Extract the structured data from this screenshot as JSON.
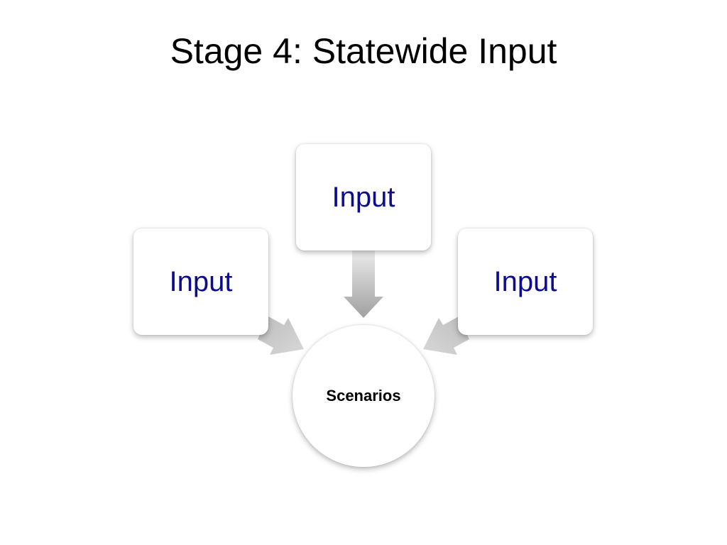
{
  "slide": {
    "title": "Stage 4: Statewide Input"
  },
  "diagram": {
    "inputs": [
      {
        "label": "Input"
      },
      {
        "label": "Input"
      },
      {
        "label": "Input"
      }
    ],
    "center": {
      "label": "Scenarios"
    }
  },
  "colors": {
    "input_text": "#0d0d8c",
    "arrow_light": "#e6e6e6",
    "arrow_dark": "#a6a6a6"
  }
}
